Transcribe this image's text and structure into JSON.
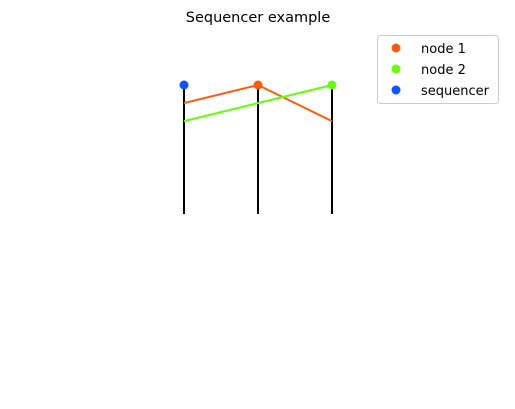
{
  "title": "Sequencer example",
  "legend": {
    "placement": "top-right",
    "entries": [
      {
        "label": "node 1",
        "color": "#ff5a0a"
      },
      {
        "label": "node 2",
        "color": "#66ff0a"
      },
      {
        "label": "sequencer",
        "color": "#0a55ff"
      }
    ]
  },
  "chart_data": {
    "type": "line",
    "title": "Sequencer example",
    "xlabel": "",
    "ylabel": "",
    "grid": false,
    "axes_visible": false,
    "xlim": [
      0,
      2
    ],
    "ylim": [
      0,
      1
    ],
    "vertical_lines": [
      {
        "x": 0,
        "from": 0,
        "to": 1,
        "color": "#000000"
      },
      {
        "x": 1,
        "from": 0,
        "to": 1,
        "color": "#000000"
      },
      {
        "x": 2,
        "from": 0,
        "to": 1,
        "color": "#000000"
      }
    ],
    "series": [
      {
        "name": "node 1",
        "color": "#ff5a0a",
        "x": [
          0,
          1,
          2
        ],
        "y": [
          0.86,
          1.0,
          0.72
        ]
      },
      {
        "name": "node 2",
        "color": "#66ff0a",
        "x": [
          0,
          2
        ],
        "y": [
          0.72,
          1.0
        ]
      }
    ],
    "points": [
      {
        "name": "sequencer",
        "color": "#0a55ff",
        "x": 0,
        "y": 1.0
      },
      {
        "name": "node 1",
        "color": "#ff5a0a",
        "x": 1,
        "y": 1.0
      },
      {
        "name": "node 2",
        "color": "#66ff0a",
        "x": 2,
        "y": 1.0
      }
    ]
  }
}
